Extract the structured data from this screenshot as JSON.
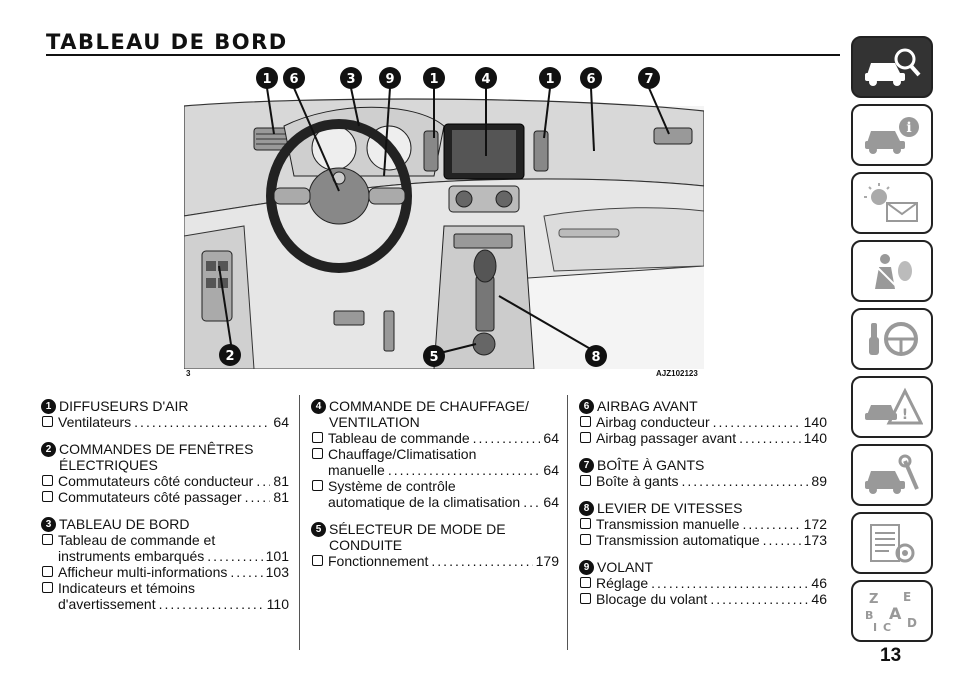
{
  "header": {
    "title": "TABLEAU DE BORD"
  },
  "figure": {
    "number": "3",
    "code": "AJZ102123",
    "callouts_top": [
      "1",
      "6",
      "3",
      "9",
      "1",
      "4",
      "1",
      "6",
      "7"
    ],
    "callouts_bottom": [
      "2",
      "5",
      "8"
    ]
  },
  "sections": [
    {
      "num": "1",
      "title": "DIFFUSEURS D'AIR",
      "entries": [
        {
          "label": "Ventilateurs",
          "page": "64"
        }
      ]
    },
    {
      "num": "2",
      "title": "COMMANDES DE FENÊTRES ÉLECTRIQUES",
      "entries": [
        {
          "label": "Commutateurs côté conducteur",
          "page": "81"
        },
        {
          "label": "Commutateurs côté passager",
          "page": "81"
        }
      ]
    },
    {
      "num": "3",
      "title": "TABLEAU DE BORD",
      "entries": [
        {
          "first": "Tableau de commande et",
          "label": "instruments embarqués",
          "page": "101"
        },
        {
          "label": "Afficheur multi-informations",
          "page": "103"
        },
        {
          "first": "Indicateurs et témoins",
          "label": "d'avertissement",
          "page": "110"
        }
      ]
    },
    {
      "num": "4",
      "title": "COMMANDE DE CHAUFFAGE/ VENTILATION",
      "entries": [
        {
          "label": "Tableau de commande",
          "page": "64"
        },
        {
          "first": "Chauffage/Climatisation",
          "label": "manuelle",
          "page": "64"
        },
        {
          "first": "Système de contrôle",
          "label": "automatique de la climatisation",
          "page": "64"
        }
      ]
    },
    {
      "num": "5",
      "title": "SÉLECTEUR DE MODE DE CONDUITE",
      "entries": [
        {
          "label": "Fonctionnement",
          "page": "179"
        }
      ]
    },
    {
      "num": "6",
      "title": "AIRBAG AVANT",
      "entries": [
        {
          "label": "Airbag conducteur",
          "page": "140"
        },
        {
          "label": "Airbag passager avant",
          "page": "140"
        }
      ]
    },
    {
      "num": "7",
      "title": "BOÎTE À GANTS",
      "entries": [
        {
          "label": "Boîte à gants",
          "page": "89"
        }
      ]
    },
    {
      "num": "8",
      "title": "LEVIER DE VITESSES",
      "entries": [
        {
          "label": "Transmission manuelle",
          "page": "172"
        },
        {
          "label": "Transmission automatique",
          "page": "173"
        }
      ]
    },
    {
      "num": "9",
      "title": "VOLANT",
      "entries": [
        {
          "label": "Réglage",
          "page": "46"
        },
        {
          "label": "Blocage du volant",
          "page": "46"
        }
      ]
    }
  ],
  "side_tabs": [
    {
      "icon": "car-search-icon",
      "active": true
    },
    {
      "icon": "car-info-icon",
      "active": false
    },
    {
      "icon": "warning-light-mail-icon",
      "active": false
    },
    {
      "icon": "seatbelt-airbag-icon",
      "active": false
    },
    {
      "icon": "key-steering-wheel-icon",
      "active": false
    },
    {
      "icon": "warning-triangle-car-icon",
      "active": false
    },
    {
      "icon": "car-wrench-icon",
      "active": false
    },
    {
      "icon": "spec-list-gear-icon",
      "active": false
    },
    {
      "icon": "alphabet-index-icon",
      "active": false
    }
  ],
  "side_tab_letters": {
    "z": "Z",
    "e": "E",
    "b": "B",
    "a": "A",
    "i": "I",
    "c": "C",
    "d": "D"
  },
  "footer": {
    "page_number": "13"
  }
}
